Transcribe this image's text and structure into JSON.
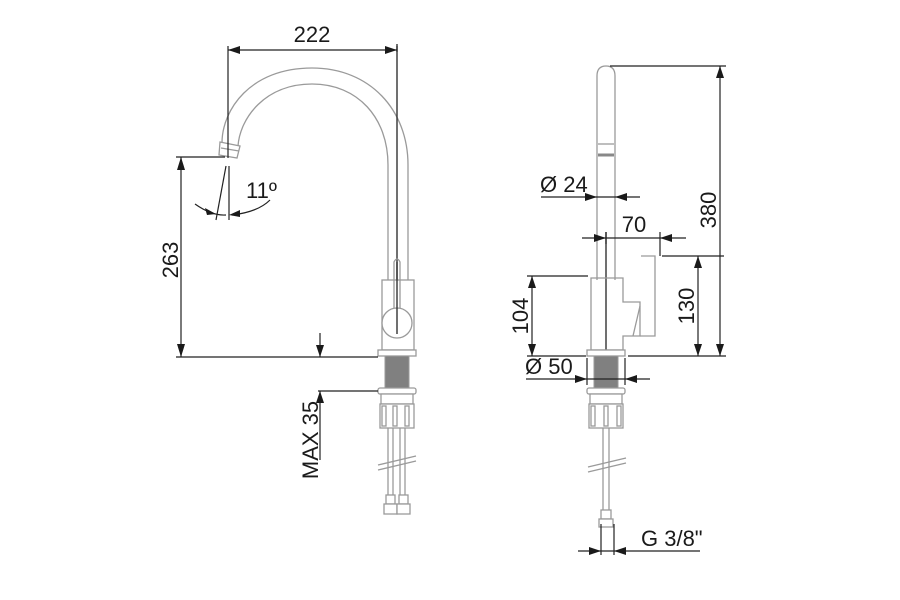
{
  "diagram": {
    "title": "Kitchen faucet technical drawing",
    "colors": {
      "part_outline": "#9a9a9a",
      "dimension_line": "#222222",
      "thread_fill": "#808080",
      "text": "#1a1a1a",
      "background": "#ffffff"
    },
    "front_view": {
      "dimensions": {
        "spout_reach": "222",
        "spout_height": "263",
        "spout_angle": "11º",
        "max_deck_thickness": "MAX 35"
      }
    },
    "side_view": {
      "dimensions": {
        "spout_diameter": "Ø 24",
        "handle_offset": "70",
        "total_height": "380",
        "body_height": "104",
        "handle_height": "130",
        "base_diameter": "Ø 50",
        "hose_connection": "G 3/8\""
      }
    }
  }
}
